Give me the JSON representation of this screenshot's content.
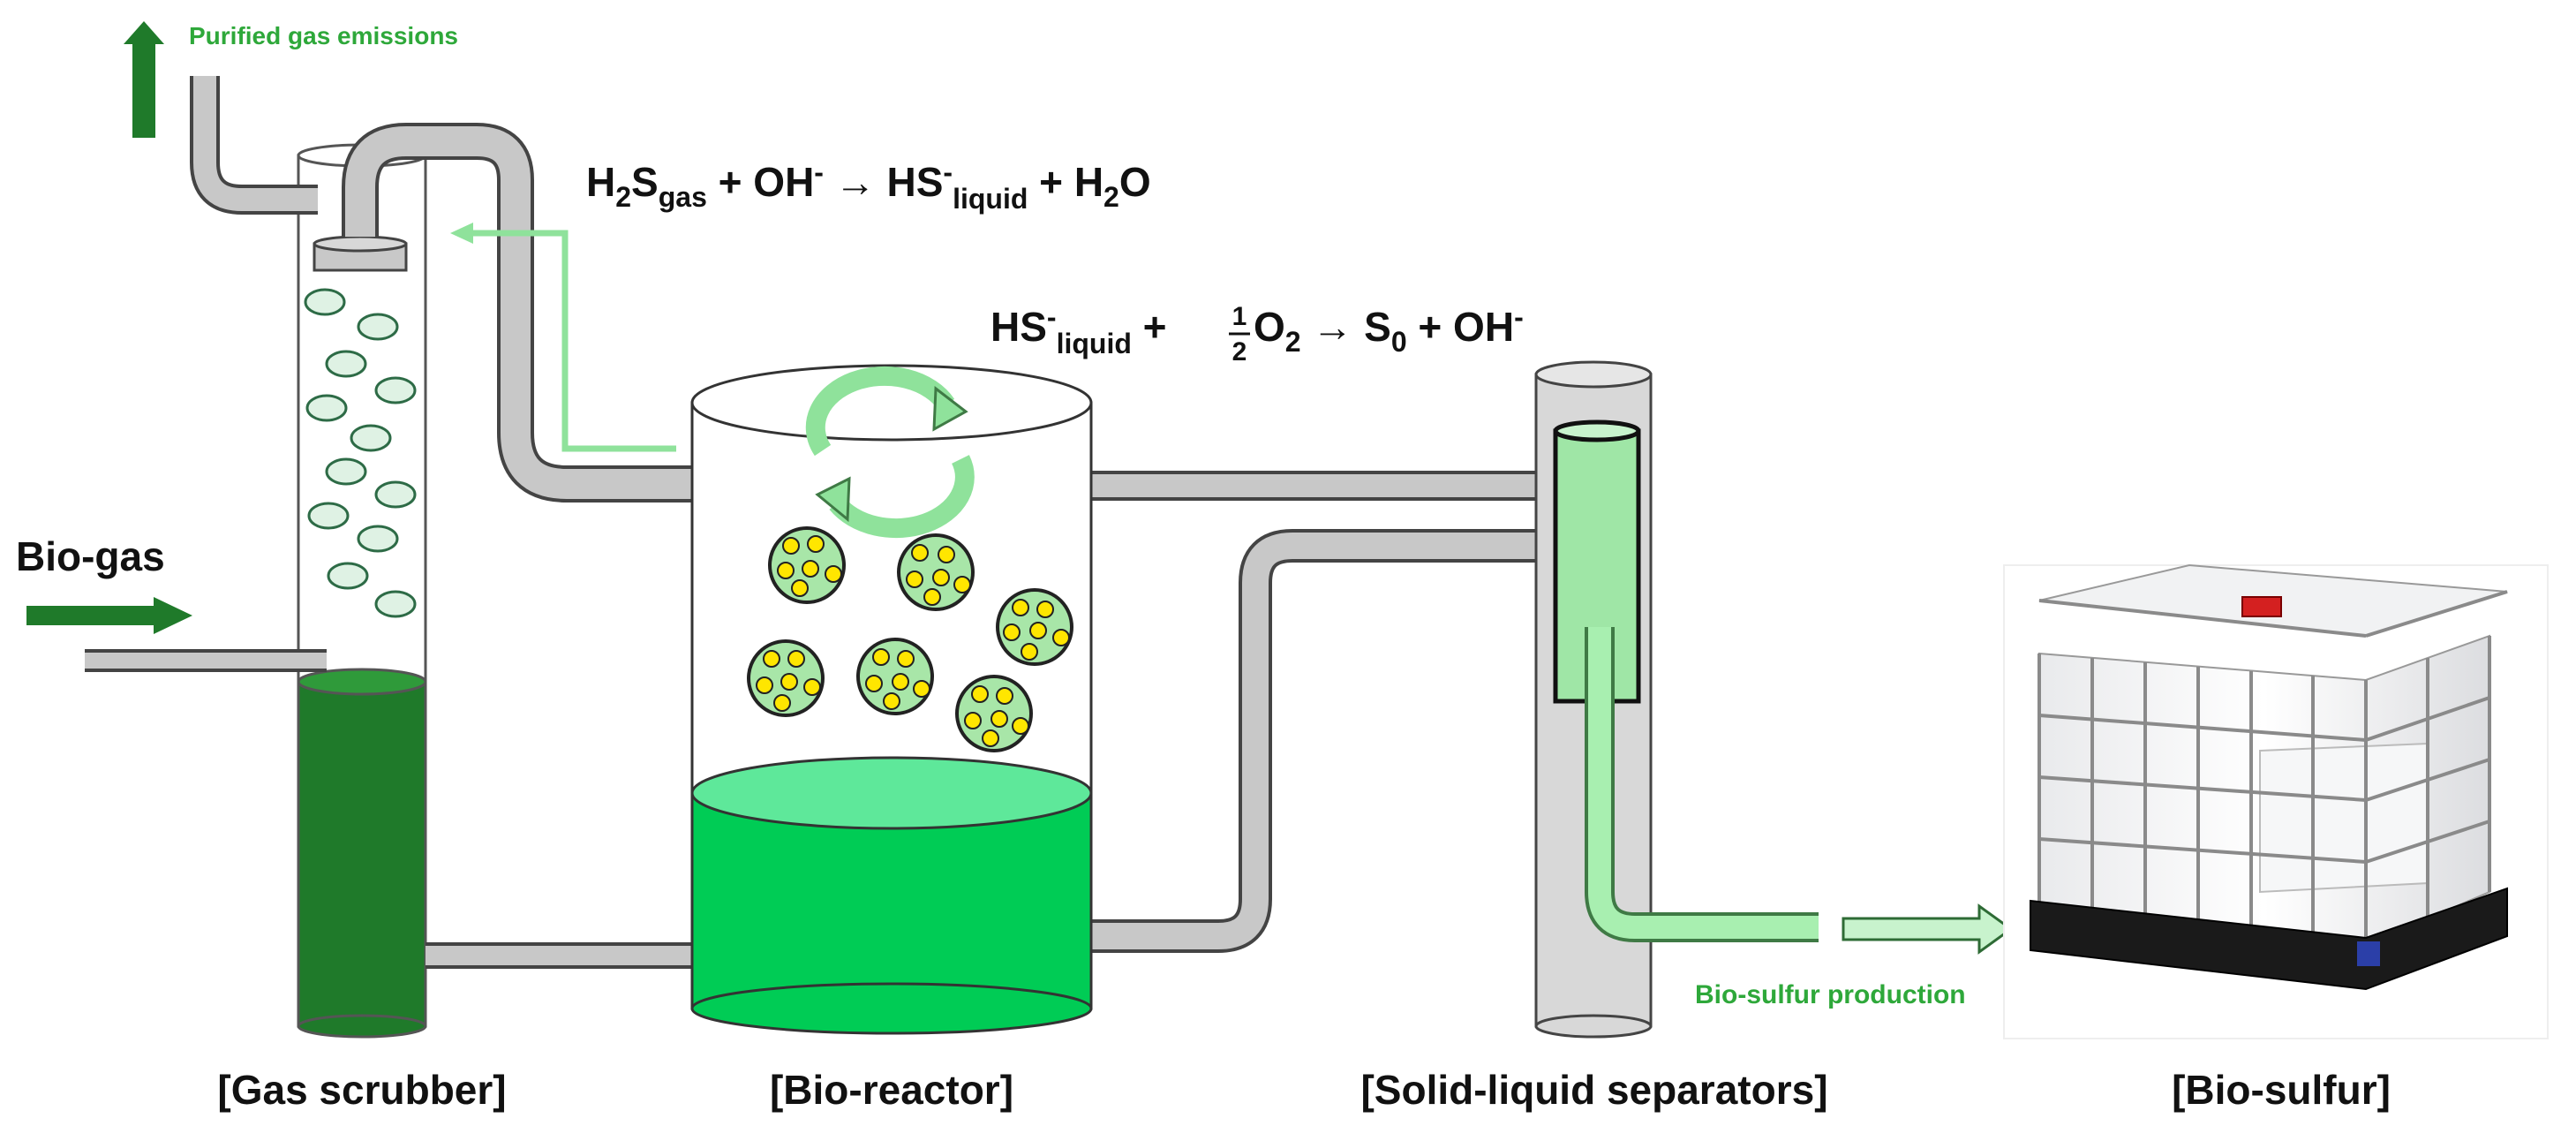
{
  "labels": {
    "purified": "Purified gas emissions",
    "biogas": "Bio-gas",
    "biosulfur_production": "Bio-sulfur production"
  },
  "captions": {
    "scrubber": "[Gas scrubber]",
    "reactor": "[Bio-reactor]",
    "separators": "[Solid-liquid separators]",
    "biosulfur": "[Bio-sulfur]"
  },
  "equation1": {
    "h2s_h": "H",
    "h2s_2": "2",
    "h2s_s": "S",
    "gas_sub": "gas",
    "plus_oh": " + OH",
    "minus1": "-",
    "arrow": " → HS",
    "minus2": "-",
    "liquid_sub": "liquid",
    "plus_water": " + H",
    "water_2": "2",
    "water_o": "O"
  },
  "equation2": {
    "hs": "HS",
    "minus1": "-",
    "liquid_sub": "liquid",
    "plus": " + ",
    "frac_num": "1",
    "frac_den": "2",
    "o": " O",
    "o_2": "2",
    "arrow_s": " → S",
    "s_0": "0",
    "plus_oh": " + OH",
    "minus2": "-"
  },
  "colors": {
    "dark_green": "#1f7a2a",
    "liquid_green": "#00cc55",
    "light_green": "#8fe29b",
    "text_green": "#2ea83a",
    "pipe_gray": "#c8c8c8",
    "cell_fill": "#a8e6a8",
    "sulfur_yellow": "#ffe600"
  },
  "icons": {
    "circulation": "circular-arrows-icon",
    "microbe": "microbe-cell-icon",
    "packing": "packing-media-icon",
    "tank": "ibc-tote-tank-icon"
  }
}
